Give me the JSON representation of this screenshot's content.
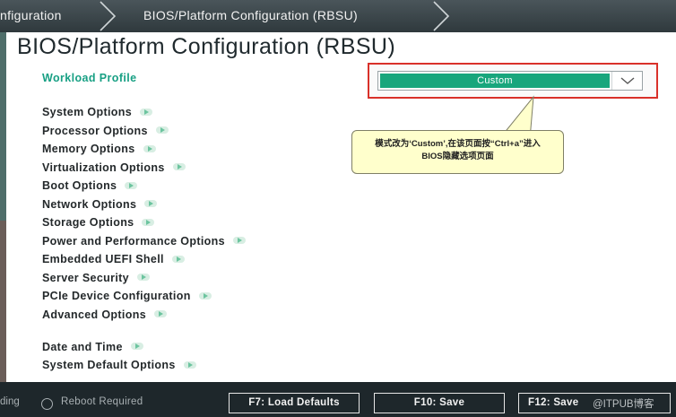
{
  "breadcrumb": {
    "items": [
      "nfiguration",
      "BIOS/Platform Configuration (RBSU)"
    ]
  },
  "page": {
    "title": "BIOS/Platform Configuration (RBSU)"
  },
  "workload_profile": {
    "label": "Workload Profile",
    "value": "Custom"
  },
  "menu": {
    "items": [
      {
        "label": "System Options"
      },
      {
        "label": "Processor Options"
      },
      {
        "label": "Memory Options"
      },
      {
        "label": "Virtualization Options"
      },
      {
        "label": "Boot Options"
      },
      {
        "label": "Network Options"
      },
      {
        "label": "Storage Options"
      },
      {
        "label": "Power and Performance Options"
      },
      {
        "label": "Embedded UEFI Shell"
      },
      {
        "label": "Server Security"
      },
      {
        "label": "PCIe Device Configuration"
      },
      {
        "label": "Advanced Options"
      },
      {
        "label": "Date and Time"
      },
      {
        "label": "System Default Options"
      }
    ]
  },
  "callout": {
    "line1": "模式改为‘Custom’,在该页面按“Ctrl+a”进入",
    "line2": "BIOS隐藏选项页面"
  },
  "footer": {
    "status_left": "ding",
    "reboot_label": "Reboot Required",
    "buttons": [
      "F7: Load Defaults",
      "F10: Save",
      "F12: Save"
    ],
    "watermark": "@ITPUB博客"
  },
  "colors": {
    "accent": "#18a67c",
    "label_green": "#18a084",
    "highlight_border": "#d9312a",
    "callout_bg": "#ffffcc"
  }
}
